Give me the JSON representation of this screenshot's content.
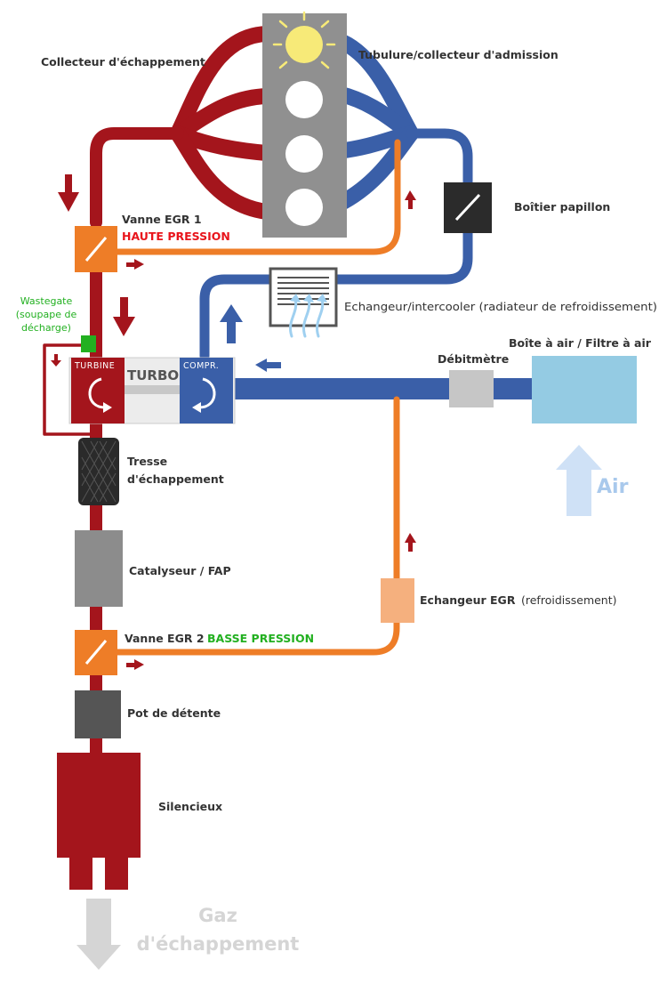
{
  "labels": {
    "exhaust_manifold": "Collecteur d'échappement",
    "intake_manifold": "Tubulure/collecteur d'admission",
    "egr1_name": "Vanne EGR 1",
    "egr1_type": "HAUTE PRESSION",
    "throttle": "Boîtier papillon",
    "wastegate_l1": "Wastegate",
    "wastegate_l2": "(soupape de",
    "wastegate_l3": "décharge)",
    "intercooler": "Echangeur/intercooler (radiateur de refroidissement)",
    "airbox": "Boîte à air / Filtre à air",
    "flowmeter": "Débitmètre",
    "turbine": "TURBINE",
    "compressor": "COMPR.",
    "turbo": "TURBO",
    "braid_l1": "Tresse",
    "braid_l2": "d'échappement",
    "catalyst": "Catalyseur / FAP",
    "egr_cooler_name": "Echangeur EGR",
    "egr_cooler_note": "(refroidissement)",
    "egr2_name": "Vanne EGR 2",
    "egr2_type": "BASSE PRESSION",
    "expansion": "Pot de détente",
    "muffler": "Silencieux",
    "air": "Air",
    "gas_l1": "Gaz",
    "gas_l2": "d'échappement"
  },
  "colors": {
    "exhaust": "#a4151c",
    "intake": "#3a5fa8",
    "egr": "#ee7d27",
    "engine": "#909090",
    "wastegate": "#22b020"
  }
}
